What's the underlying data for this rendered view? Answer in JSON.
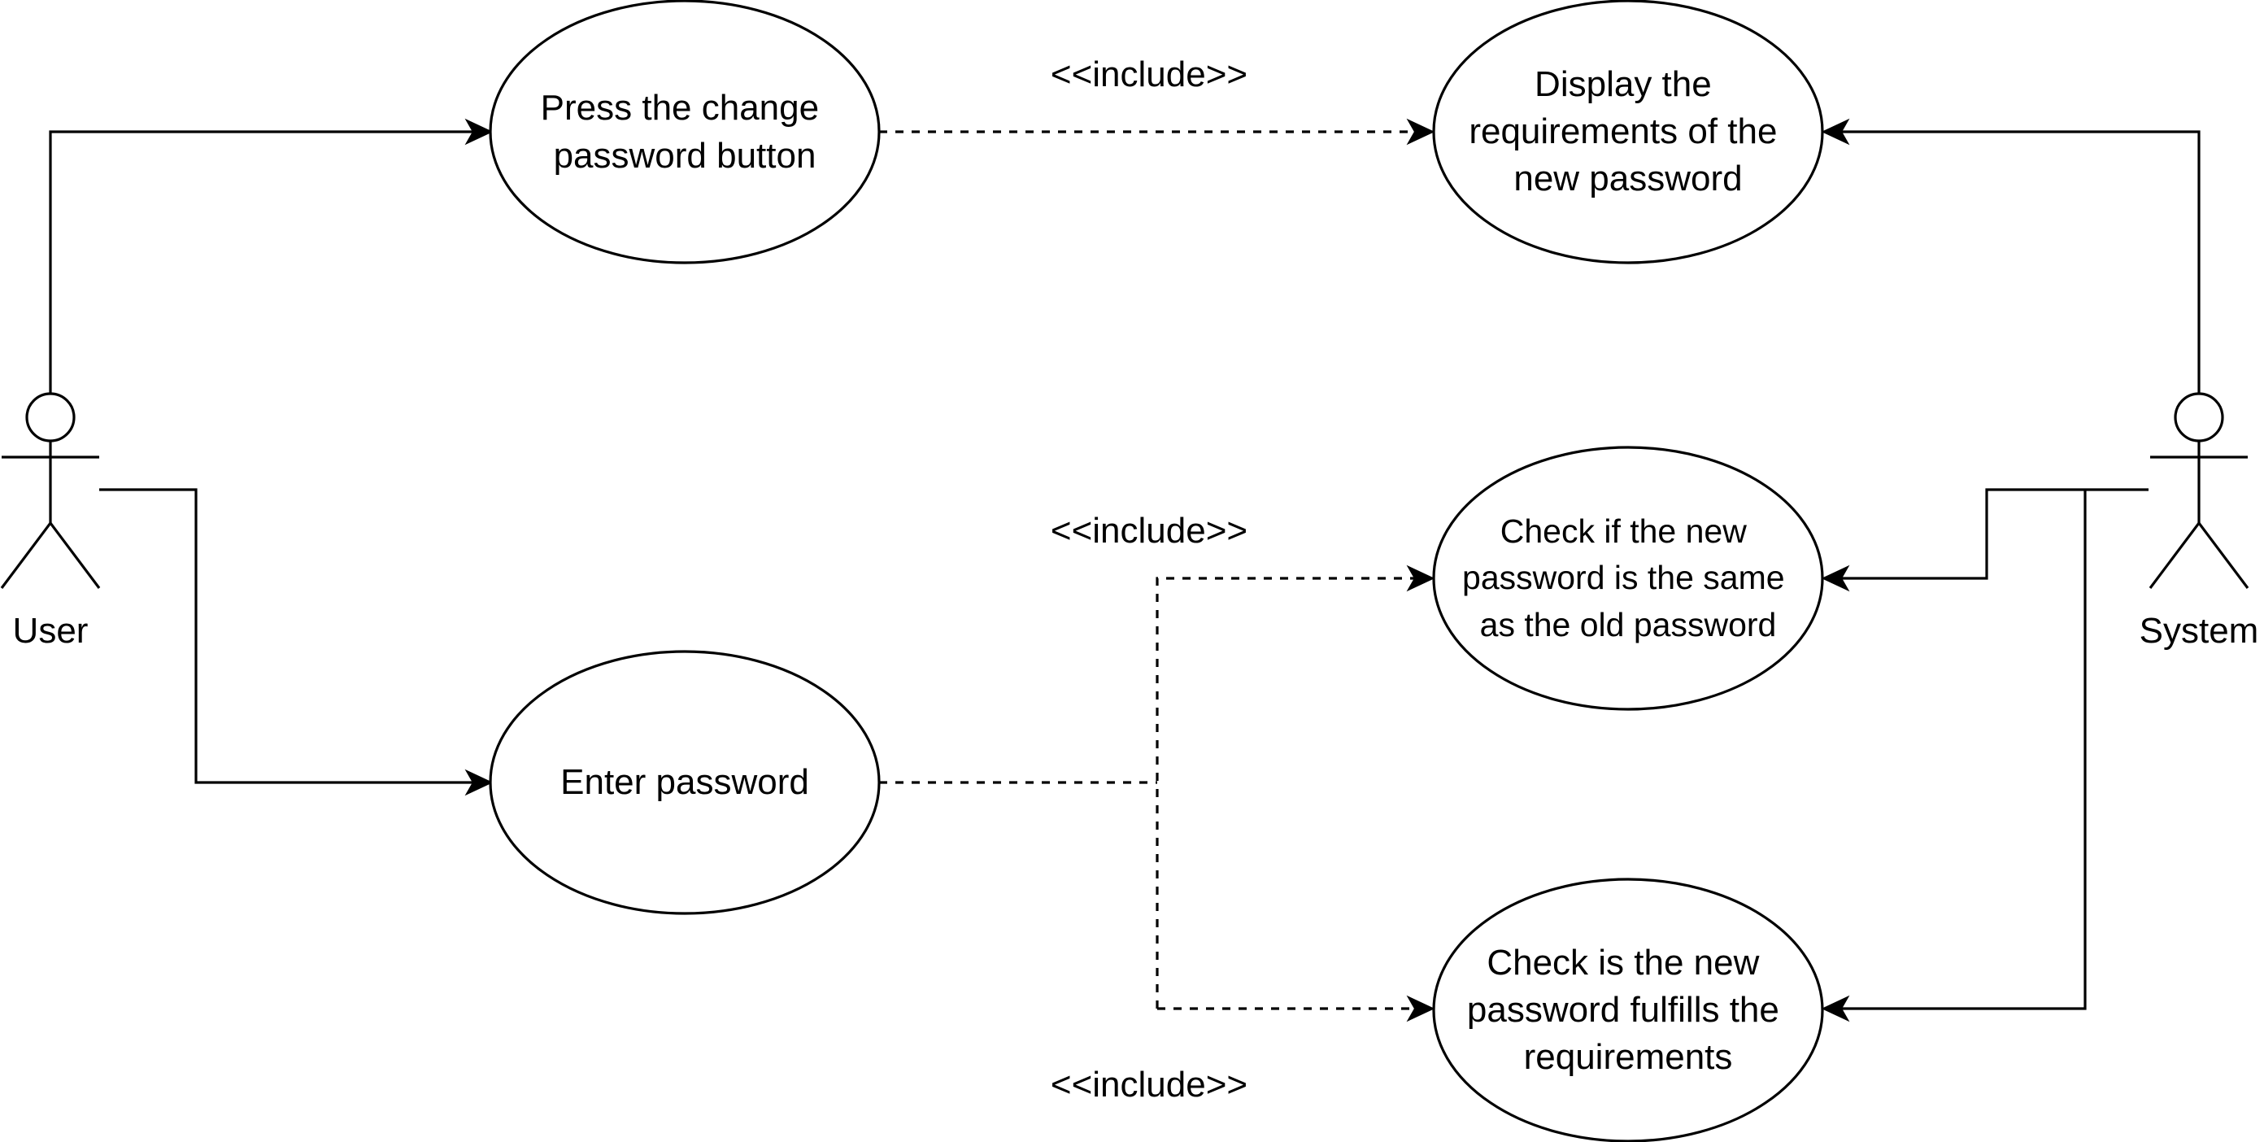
{
  "actors": {
    "user": {
      "label": "User"
    },
    "system": {
      "label": "System"
    }
  },
  "use_cases": {
    "press_change_password": {
      "lines": [
        "Press the change",
        "password button"
      ]
    },
    "display_requirements": {
      "lines": [
        "Display the",
        "requirements of the",
        "new password"
      ]
    },
    "enter_password": {
      "lines": [
        "Enter password"
      ]
    },
    "check_same_as_old": {
      "lines": [
        "Check if the new",
        "password is the same",
        "as the old password"
      ]
    },
    "check_fulfills_requirements": {
      "lines": [
        "Check is the new",
        "password fulfills the",
        "requirements"
      ]
    }
  },
  "relationships": {
    "include_top": "<<include>>",
    "include_middle": "<<include>>",
    "include_bottom": "<<include>>"
  },
  "colors": {
    "stroke": "#000000",
    "background": "#ffffff"
  }
}
